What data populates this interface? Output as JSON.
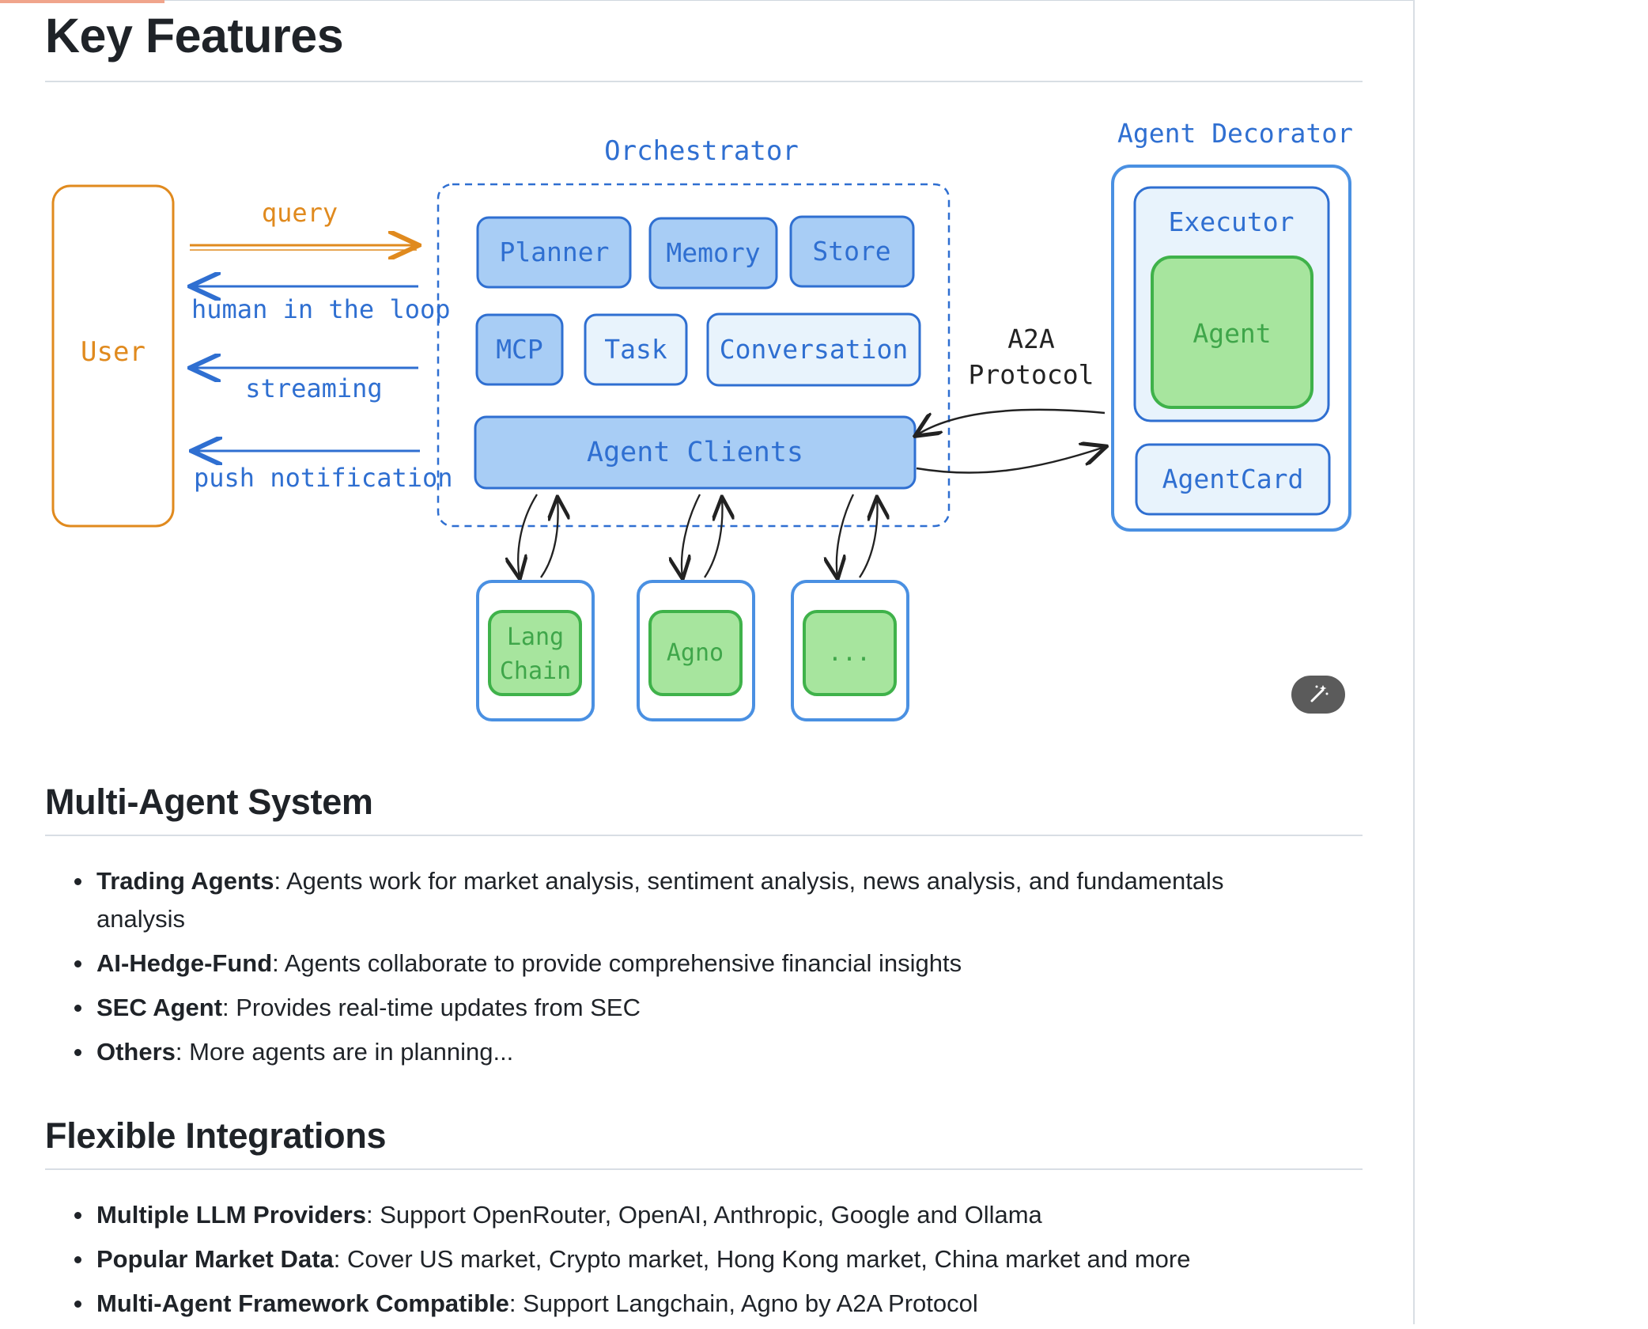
{
  "page": {
    "title": "Key Features"
  },
  "diagram": {
    "orchestrator_title": "Orchestrator",
    "decorator_title": "Agent Decorator",
    "user_label": "User",
    "arrows": {
      "query": "query",
      "human_in_loop": "human in the loop",
      "streaming": "streaming",
      "push": "push notification"
    },
    "modules": [
      "Planner",
      "Memory",
      "Store",
      "MCP",
      "Task",
      "Conversation"
    ],
    "agent_clients": "Agent Clients",
    "a2a_line1": "A2A",
    "a2a_line2": "Protocol",
    "executor": "Executor",
    "agent": "Agent",
    "agent_card": "AgentCard",
    "frameworks": [
      {
        "line1": "Lang",
        "line2": "Chain"
      },
      {
        "line1": "Agno",
        "line2": ""
      },
      {
        "line1": "...",
        "line2": ""
      }
    ],
    "colors": {
      "user": "#e08a1e",
      "blue_stroke": "#2f6fd1",
      "blue_fill": "#a8cdf5",
      "light_fill": "#e8f3fc",
      "green_stroke": "#3fb24a",
      "green_fill": "#a7e59e",
      "green_text": "#3fa64a"
    }
  },
  "edit_icon": "magic-wand-icon",
  "sections": [
    {
      "title": "Multi-Agent System",
      "items": [
        {
          "bold": "Trading Agents",
          "text": ": Agents work for market analysis, sentiment analysis, news analysis, and fundamentals analysis"
        },
        {
          "bold": "AI-Hedge-Fund",
          "text": ": Agents collaborate to provide comprehensive financial insights"
        },
        {
          "bold": "SEC Agent",
          "text": ": Provides real-time updates from SEC"
        },
        {
          "bold": "Others",
          "text": ": More agents are in planning..."
        }
      ]
    },
    {
      "title": "Flexible Integrations",
      "items": [
        {
          "bold": "Multiple LLM Providers",
          "text": ": Support OpenRouter, OpenAI, Anthropic, Google and Ollama"
        },
        {
          "bold": "Popular Market Data",
          "text": ": Cover US market, Crypto market, Hong Kong market, China market and more"
        },
        {
          "bold": "Multi-Agent Framework Compatible",
          "text": ": Support Langchain, Agno by A2A Protocol"
        }
      ]
    }
  ]
}
